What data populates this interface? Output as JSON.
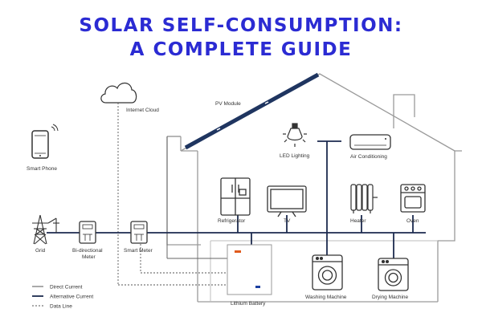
{
  "header": {
    "title_line1": "SOLAR SELF-CONSUMPTION:",
    "title_line2": "A COMPLETE GUIDE"
  },
  "components": {
    "internet_cloud": "Internet Cloud",
    "pv_module": "PV Module",
    "smart_phone": "Smart Phone",
    "grid": "Grid",
    "bidirectional_meter_line1": "Bi-directional",
    "bidirectional_meter_line2": "Meter",
    "smart_meter": "Smart Meter",
    "lithium_battery": "Lithium Battery"
  },
  "appliances": {
    "led_lighting": "LED Lighting",
    "air_conditioning": "Air Conditioning",
    "refrigerator": "Refrigerator",
    "tv": "TV",
    "heater": "Heater",
    "oven": "Oven",
    "washing_machine": "Washing Machine",
    "drying_machine": "Drying Machine"
  },
  "legend": {
    "direct_current": "Direct Current",
    "alternative_current": "Alternative Current",
    "data_line": "Data Line"
  },
  "colors": {
    "title": "#2b2bd3",
    "ac_line": "#1c2a4f",
    "solar_panel": "#1f3560"
  }
}
